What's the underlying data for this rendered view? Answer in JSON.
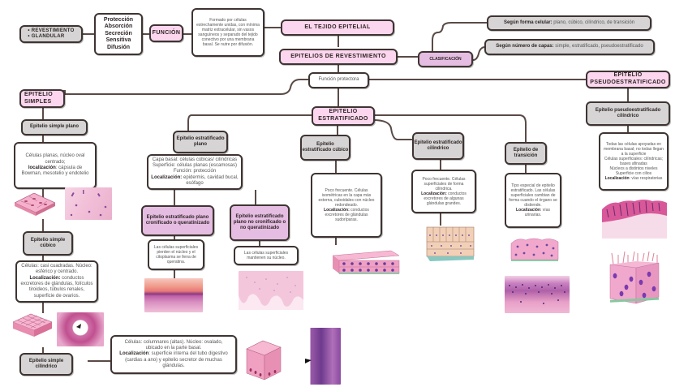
{
  "title": "EL TEJIDO EPITELIAL",
  "types_list": [
    "REVESTIMIENTO",
    "GLANDULAR"
  ],
  "functions_list": [
    "Protección",
    "Absorción",
    "Secreción",
    "Sensitiva",
    "Difusión"
  ],
  "function_label": "FUNCIÓN",
  "description": "Formado por células estrechamente unidas, con mínima matriz extracelular, sin vasos sanguíneos y separado del tejido conectivo por una membrana basal. Se nutre por difusión.",
  "revestimiento": {
    "title": "EPITELIOS DE REVESTIMIENTO",
    "clasificacion_label": "CLASIFICACIÓN",
    "clasificaciones": [
      {
        "label": "Según forma celular:",
        "text": " plano, cúbico, cilíndrico, de transición"
      },
      {
        "label": "Según número de capas:",
        "text": " simple, estratificado, pseudoestratificado"
      }
    ],
    "funcion": "Función protectora"
  },
  "simples": {
    "title": "EPITELIO SIMPLES",
    "plano": {
      "title": "Epitelio simple plano",
      "text": "Células planas, núcleo oval centrado;",
      "loc_label": "localización",
      "loc_text": ": cápsula de Bowman, mesotelio y endotelio"
    },
    "cubico": {
      "title": "Epitelio simple cúbico",
      "text": "Células: casi cuadradas. Núcleo: esférico y centrado.",
      "loc_label": "Localización:",
      "loc_text": " conductos excretores de glándulas, folículos tiroideos, túbulos renales, superficie de ovarios."
    },
    "cilindrico": {
      "title": "Epitelio simple cilíndrico",
      "text": "Células: columnares (altas). Núcleo: ovalado, ubicado en la parte basal.",
      "loc_label": "Localización",
      "loc_text": ": superficie interna del tubo digestivo (cardias a ano) y epitelio secretor de muchas glándulas."
    }
  },
  "estratificado": {
    "title": "EPITELIO ESTRATIFICADO",
    "plano": {
      "title": "Epitelio estratificado plano",
      "lines": [
        "Capa basal: células cúbicas/ cilíndricas",
        "Superficie: células planas (escamosas)",
        "Función: protección"
      ],
      "loc_label": "Localización:",
      "loc_text": " epidermis, cavidad bucal, esófago",
      "queratinizado": {
        "title": "Epitelio estratificado plano cronificado o queratinizado",
        "text": "Las células superficiales pierden el núcleo y el citoplasma se llena de queratina."
      },
      "no_queratinizado": {
        "title": "Epitelio estratificado plano no cronificado o no queratinizado",
        "text": "Las células superficiales mantienen su núcleo."
      }
    },
    "cubico": {
      "title": "Epitelio estratificado cúbico",
      "text": "Poco frecuente. Células isométricas en la capa más externa, cuboidales con núcleo redondeado.",
      "loc_label": "Localización:",
      "loc_text": " conductos excretores de glándulas sudoríparas."
    },
    "cilindrico": {
      "title": "Epitelio estratificado cilíndrico",
      "text": "Poco frecuente. Células superficiales de forma cilíndrica.",
      "loc_label": "Localización:",
      "loc_text": " conductos excretores de algunas glándulas grandes."
    },
    "transicion": {
      "title": "Epitelio de transición",
      "text": "Tipo especial de epitelio estratificado. Las células superficiales cambian de forma cuando el órgano se distiende.",
      "loc_label": "Localización",
      "loc_text": ": vías urinarias."
    }
  },
  "pseudo": {
    "title": "EPITELIO PSEUDOESTRATIFICADO",
    "sub_title": "Epitelio pseudoestratificado cilíndrico",
    "lines": [
      "Todas las células apoyadas en membrana basal; no todas llegan a la superficie",
      "Células superficiales: cilíndricas; bases afinadas",
      "Núcleos a distintos niveles",
      "Superficie con cilios"
    ],
    "loc_label": "Localización",
    "loc_text": ": vías respiratorias"
  },
  "colors": {
    "pink": "#fcd6ee",
    "mauve": "#e6bde2",
    "grey": "#d6d4d4",
    "border": "#3e3432",
    "connector": "#5a4a46",
    "tissue_pink": "#f0a8c8",
    "tissue_nucleus": "#7a4aa0"
  }
}
